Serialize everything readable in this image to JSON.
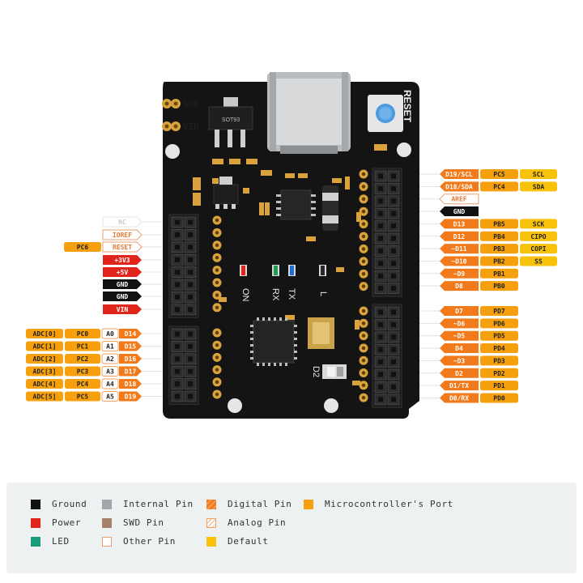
{
  "board": {
    "reset_label": "RESET",
    "regulator_label": "SOT93",
    "pad_gnd": "GND",
    "pad_vin": "VIN",
    "led_on": "ON",
    "led_rx": "RX",
    "led_tx": "TX",
    "led_l": "L",
    "diode_label": "D2"
  },
  "colors": {
    "ground": "#111111",
    "power": "#e0241b",
    "led": "#1a9c7a",
    "internal": "#9fa7a8",
    "swd": "#a68069",
    "other_border": "#e8a070",
    "digital": "#f27a1a",
    "analog_border": "#f4a060",
    "mcu_port": "#f6a00e",
    "default": "#f8c20a",
    "board": "#141414",
    "pad": "#d9a23c"
  },
  "left_header": [
    {
      "label": "NC",
      "type": "other-faded"
    },
    {
      "label": "IOREF",
      "type": "other"
    },
    {
      "label": "RESET",
      "type": "other",
      "port": "PC6"
    },
    {
      "label": "+3V3",
      "type": "power"
    },
    {
      "label": "+5V",
      "type": "power"
    },
    {
      "label": "GND",
      "type": "ground"
    },
    {
      "label": "GND",
      "type": "ground"
    },
    {
      "label": "VIN",
      "type": "power"
    }
  ],
  "left_analog": [
    {
      "adc": "ADC[0]",
      "port": "PC0",
      "a": "A0",
      "d": "D14"
    },
    {
      "adc": "ADC[1]",
      "port": "PC1",
      "a": "A1",
      "d": "D15"
    },
    {
      "adc": "ADC[2]",
      "port": "PC2",
      "a": "A2",
      "d": "D16"
    },
    {
      "adc": "ADC[3]",
      "port": "PC3",
      "a": "A3",
      "d": "D17"
    },
    {
      "adc": "ADC[4]",
      "port": "PC4",
      "a": "A4",
      "d": "D18"
    },
    {
      "adc": "ADC[5]",
      "port": "PC5",
      "a": "A5",
      "d": "D19"
    }
  ],
  "right_top": [
    {
      "pin": "D19/SCL",
      "port": "PC5",
      "func": "SCL",
      "pin_type": "digital"
    },
    {
      "pin": "D18/SDA",
      "port": "PC4",
      "func": "SDA",
      "pin_type": "digital"
    },
    {
      "pin": "AREF",
      "port": "",
      "func": "",
      "pin_type": "other"
    },
    {
      "pin": "GND",
      "port": "",
      "func": "",
      "pin_type": "ground"
    },
    {
      "pin": "D13",
      "port": "PB5",
      "func": "SCK",
      "pin_type": "digital"
    },
    {
      "pin": "D12",
      "port": "PB4",
      "func": "CIPO",
      "pin_type": "digital"
    },
    {
      "pin": "~D11",
      "port": "PB3",
      "func": "COPI",
      "pin_type": "digital"
    },
    {
      "pin": "~D10",
      "port": "PB2",
      "func": "SS",
      "pin_type": "digital"
    },
    {
      "pin": "~D9",
      "port": "PB1",
      "func": "",
      "pin_type": "digital"
    },
    {
      "pin": "D8",
      "port": "PB0",
      "func": "",
      "pin_type": "digital"
    }
  ],
  "right_bottom": [
    {
      "pin": "D7",
      "port": "PD7"
    },
    {
      "pin": "~D6",
      "port": "PD6"
    },
    {
      "pin": "~D5",
      "port": "PD5"
    },
    {
      "pin": "D4",
      "port": "PD4"
    },
    {
      "pin": "~D3",
      "port": "PD3"
    },
    {
      "pin": "D2",
      "port": "PD2"
    },
    {
      "pin": "D1/TX",
      "port": "PD1"
    },
    {
      "pin": "D0/RX",
      "port": "PD0"
    }
  ],
  "legend": [
    {
      "label": "Ground",
      "style": "ground"
    },
    {
      "label": "Power",
      "style": "power"
    },
    {
      "label": "LED",
      "style": "led"
    },
    {
      "label": "Internal Pin",
      "style": "internal"
    },
    {
      "label": "SWD Pin",
      "style": "swd"
    },
    {
      "label": "Other Pin",
      "style": "other"
    },
    {
      "label": "Digital Pin",
      "style": "digital"
    },
    {
      "label": "Analog Pin",
      "style": "analog"
    },
    {
      "label": "Microcontroller's Port",
      "style": "mcu_port"
    },
    {
      "label": "Default",
      "style": "default"
    }
  ]
}
